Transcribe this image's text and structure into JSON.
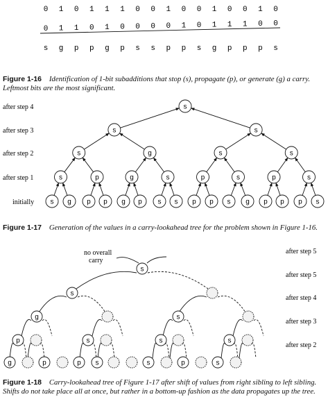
{
  "fig16": {
    "row1": [
      "0",
      "1",
      "0",
      "1",
      "1",
      "1",
      "0",
      "0",
      "1",
      "0",
      "0",
      "1",
      "0",
      "0",
      "1",
      "0"
    ],
    "row2": [
      "0",
      "1",
      "1",
      "0",
      "1",
      "0",
      "0",
      "0",
      "0",
      "1",
      "0",
      "1",
      "1",
      "1",
      "0",
      "0"
    ],
    "row3": [
      "s",
      "g",
      "p",
      "p",
      "g",
      "p",
      "s",
      "s",
      "p",
      "p",
      "s",
      "g",
      "p",
      "p",
      "p",
      "s"
    ],
    "caption_label": "Figure 1-16",
    "caption_text": "Identification of 1-bit subadditions that stop (s), propagate (p), or generate (g) a carry. Leftmost bits are the most significant."
  },
  "fig17": {
    "step_labels": [
      "after step 4",
      "after step 3",
      "after step 2",
      "after step 1",
      "initially"
    ],
    "level4": [
      "s"
    ],
    "level3": [
      "s",
      "s"
    ],
    "level2": [
      "s",
      "g",
      "s",
      "s"
    ],
    "level1": [
      "s",
      "p",
      "g",
      "s",
      "p",
      "s",
      "p",
      "s"
    ],
    "level0": [
      "s",
      "g",
      "p",
      "p",
      "g",
      "p",
      "s",
      "s",
      "p",
      "p",
      "s",
      "g",
      "p",
      "p",
      "p",
      "s"
    ],
    "caption_label": "Figure 1-17",
    "caption_text": "Generation of the values in a carry-lookahead tree for the problem shown in Figure 1-16."
  },
  "fig18": {
    "carry_label_1": "no overall",
    "carry_label_2": "carry",
    "step_labels": [
      "after step 5",
      "after step 5",
      "after step 4",
      "after step 3",
      "after step 2"
    ],
    "level4": [
      "s"
    ],
    "level3": [
      "s",
      ""
    ],
    "level2": [
      "g",
      "",
      "s",
      ""
    ],
    "level1": [
      "p",
      "",
      "s",
      "",
      "s",
      "",
      "s",
      ""
    ],
    "level0": [
      "g",
      "",
      "p",
      "",
      "p",
      "s",
      "",
      "",
      "s",
      "",
      "p",
      "",
      "s",
      ""
    ],
    "caption_label": "Figure 1-18",
    "caption_text": "Carry-lookahead tree of Figure 1-17 after shift of values from right sibling to left sibling. Shifts do not take place all at once, but rather in a bottom-up fashion as the data propagates up the tree."
  }
}
